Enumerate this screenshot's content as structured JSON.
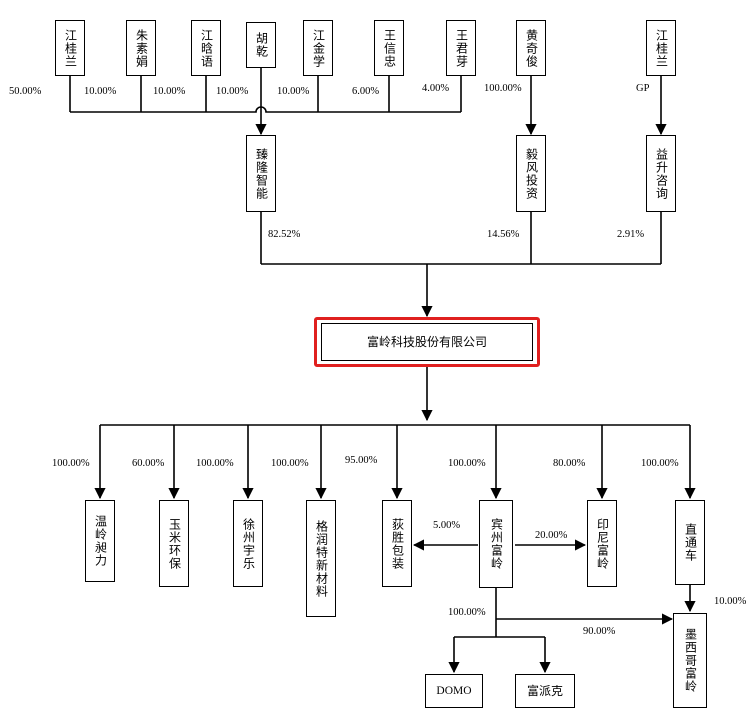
{
  "top_shareholders": [
    {
      "name": "江桂兰",
      "pct": "50.00%"
    },
    {
      "name": "朱素娟",
      "pct": "10.00%"
    },
    {
      "name": "江晗语",
      "pct": "10.00%"
    },
    {
      "name": "胡乾",
      "pct": "10.00%"
    },
    {
      "name": "江金学",
      "pct": "10.00%"
    },
    {
      "name": "王信忠",
      "pct": "6.00%"
    },
    {
      "name": "王君芽",
      "pct": "4.00%"
    },
    {
      "name": "黄奇俊",
      "pct": "100.00%"
    },
    {
      "name": "江桂兰",
      "pct": "GP"
    }
  ],
  "mid_holders": [
    {
      "name": "臻隆智能",
      "pct": "82.52%"
    },
    {
      "name": "毅风投资",
      "pct": "14.56%"
    },
    {
      "name": "益升咨询",
      "pct": "2.91%"
    }
  ],
  "company": "富岭科技股份有限公司",
  "subsidiaries": [
    {
      "name": "温岭昶力",
      "pct": "100.00%"
    },
    {
      "name": "玉米环保",
      "pct": "60.00%"
    },
    {
      "name": "徐州宇乐",
      "pct": "100.00%"
    },
    {
      "name": "格润特新材料",
      "pct": "100.00%"
    },
    {
      "name": "荻胜包装",
      "pct": "95.00%"
    },
    {
      "name": "宾州富岭",
      "pct": "100.00%"
    },
    {
      "name": "印尼富岭",
      "pct": "80.00%"
    },
    {
      "name": "直通车",
      "pct": "100.00%"
    }
  ],
  "cross_holdings": {
    "binzhou_to_disheng": "5.00%",
    "binzhou_to_yinni": "20.00%",
    "binzhou_to_children": "100.00%",
    "binzhou_to_mexico": "90.00%",
    "zhitongche_to_mexico": "10.00%"
  },
  "grandchildren": [
    {
      "name": "DOMO"
    },
    {
      "name": "富派克"
    },
    {
      "name": "墨西哥富岭"
    }
  ]
}
